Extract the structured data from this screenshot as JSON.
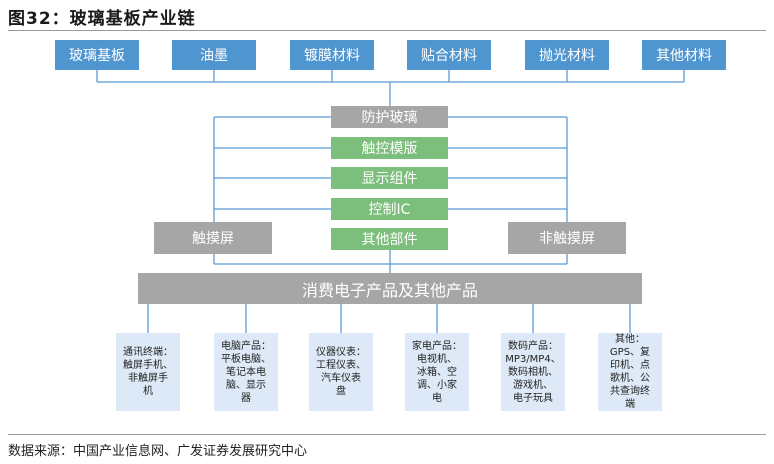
{
  "figure": {
    "title": "图32：玻璃基板产业链",
    "source": "数据来源：中国产业信息网、广发证券发展研究中心"
  },
  "materials": [
    "玻璃基板",
    "油墨",
    "镀膜材料",
    "贴合材料",
    "抛光材料",
    "其他材料"
  ],
  "center_stack": [
    {
      "label": "防护玻璃",
      "style": "gray"
    },
    {
      "label": "触控模版",
      "style": "green"
    },
    {
      "label": "显示组件",
      "style": "green"
    },
    {
      "label": "控制IC",
      "style": "green"
    },
    {
      "label": "其他部件",
      "style": "green"
    }
  ],
  "screens": {
    "left": "触摸屏",
    "right": "非触摸屏"
  },
  "consumer": "消费电子产品及其他产品",
  "products": [
    "通讯终端：\n触屏手机、\n非触屏手\n机",
    "电脑产品：\n平板电脑、\n笔记本电\n脑、显示\n器",
    "仪器仪表：\n工程仪表、\n汽车仪表\n盘",
    "家电产品：\n电视机、\n冰箱、空\n调、小家\n电",
    "数码产品：\nMP3/MP4、\n数码相机、\n游戏机、\n电子玩具",
    "其他：\nGPS、复\n印机、点\n歌机、公\n共查询终\n端"
  ],
  "colors": {
    "material_fill": "#4f95d0",
    "gray_fill": "#a6a6a6",
    "green_fill": "#7cbf7c",
    "product_fill": "#dde9f6",
    "line": "#5b9bd5"
  }
}
